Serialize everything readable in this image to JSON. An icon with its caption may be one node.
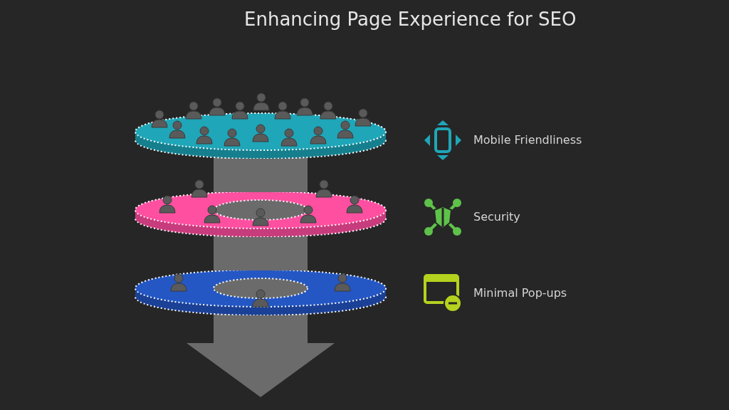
{
  "diagram": {
    "title": "Enhancing Page Experience for SEO",
    "labels": [
      "Mobile Friendliness",
      "Security",
      "Minimal Pop-ups"
    ]
  }
}
